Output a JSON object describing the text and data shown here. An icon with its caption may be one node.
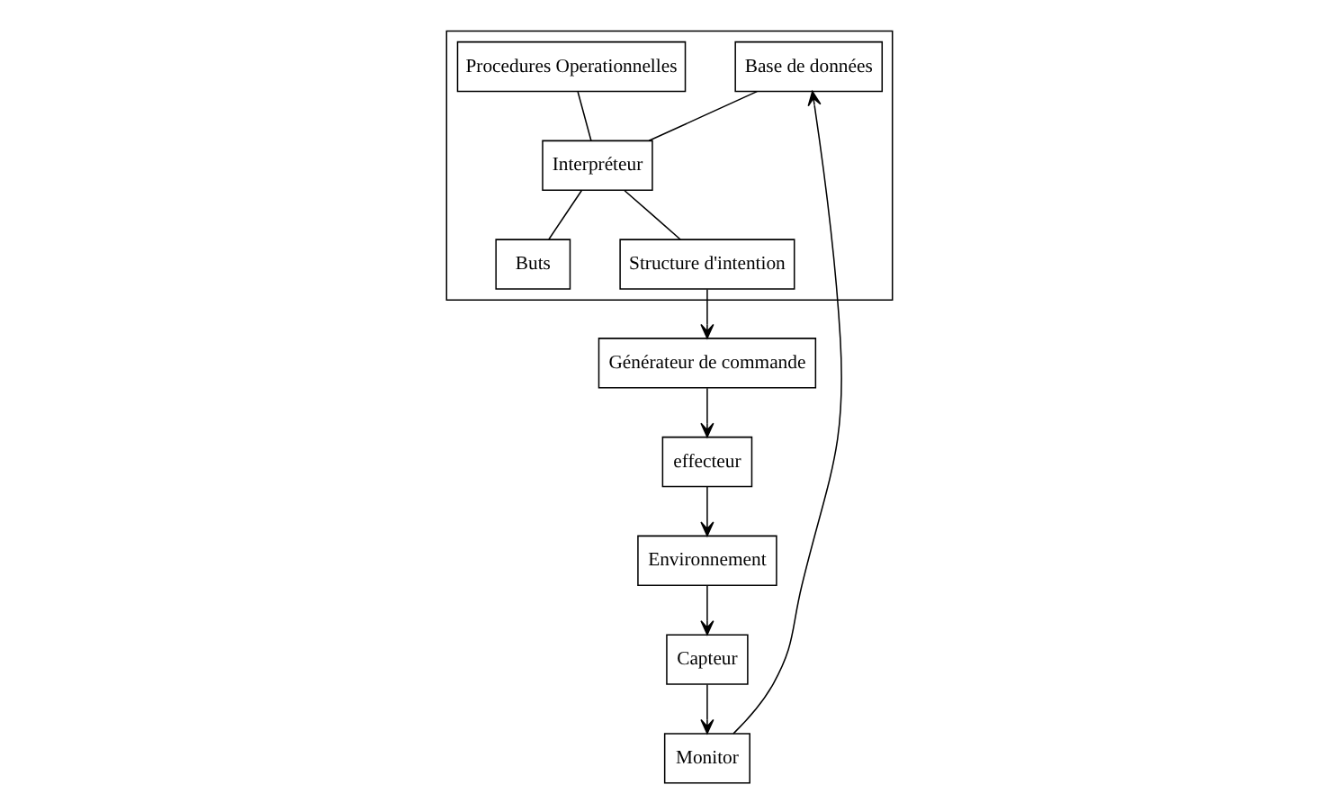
{
  "diagram": {
    "nodes": [
      {
        "text": [],
        "shape": "box"
      },
      {
        "text": [
          "Base de données"
        ],
        "in": 0
      },
      {
        "text": [
          "Procedures Operationnelles"
        ],
        "in": 0
      },
      {
        "text": [
          "Interpréteur"
        ],
        "in": 0
      },
      {
        "text": [
          "Buts"
        ],
        "in": 0
      },
      {
        "text": [
          "Structure d'intention"
        ],
        "in": 0
      },
      {
        "text": [
          "Monitor"
        ]
      },
      {
        "text": [
          "Capteur"
        ]
      },
      {
        "text": [
          "Environnement"
        ]
      },
      {
        "text": [
          "effecteur"
        ]
      },
      {
        "text": [
          "Générateur de commande"
        ]
      }
    ],
    "edges": [
      {
        "from": 6,
        "to": 1,
        "arrow": "to"
      },
      {
        "from": 1,
        "to": 3,
        "arrow": "none"
      },
      {
        "from": 2,
        "to": 3,
        "arrow": "none"
      },
      {
        "from": 3,
        "to": 4,
        "arrow": "none"
      },
      {
        "from": 3,
        "to": 5,
        "arrow": "none"
      },
      {
        "from": 5,
        "to": 10,
        "arrow": "to"
      },
      {
        "from": 10,
        "to": 9,
        "arrow": "to"
      },
      {
        "from": 9,
        "to": 8,
        "arrow": "to"
      },
      {
        "from": 8,
        "to": 7,
        "arrow": "to"
      },
      {
        "from": 7,
        "to": 6,
        "arrow": "to"
      }
    ]
  }
}
